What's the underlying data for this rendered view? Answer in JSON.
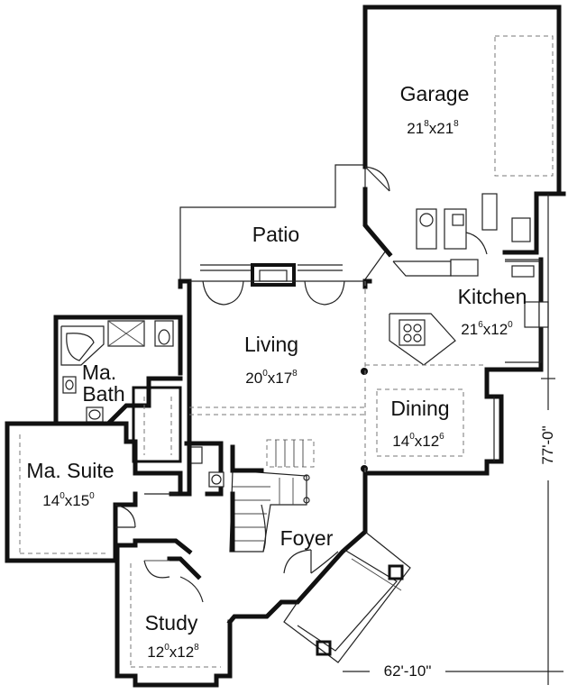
{
  "rooms": {
    "garage": {
      "name": "Garage",
      "w": "21",
      "w_in": "8",
      "d": "21",
      "d_in": "8"
    },
    "patio": {
      "name": "Patio"
    },
    "kitchen": {
      "name": "Kitchen",
      "w": "21",
      "w_in": "6",
      "d": "12",
      "d_in": "0"
    },
    "living": {
      "name": "Living",
      "w": "20",
      "w_in": "0",
      "d": "17",
      "d_in": "8"
    },
    "dining": {
      "name": "Dining",
      "w": "14",
      "w_in": "0",
      "d": "12",
      "d_in": "6"
    },
    "ma_bath": {
      "name_line1": "Ma.",
      "name_line2": "Bath"
    },
    "ma_suite": {
      "name": "Ma. Suite",
      "w": "14",
      "w_in": "0",
      "d": "15",
      "d_in": "0"
    },
    "foyer": {
      "name": "Foyer"
    },
    "study": {
      "name": "Study",
      "w": "12",
      "w_in": "0",
      "d": "12",
      "d_in": "8"
    }
  },
  "dimension_sep": "x",
  "dimensions": {
    "overall_depth": "77'-0\"",
    "overall_width": "62'-10\""
  }
}
